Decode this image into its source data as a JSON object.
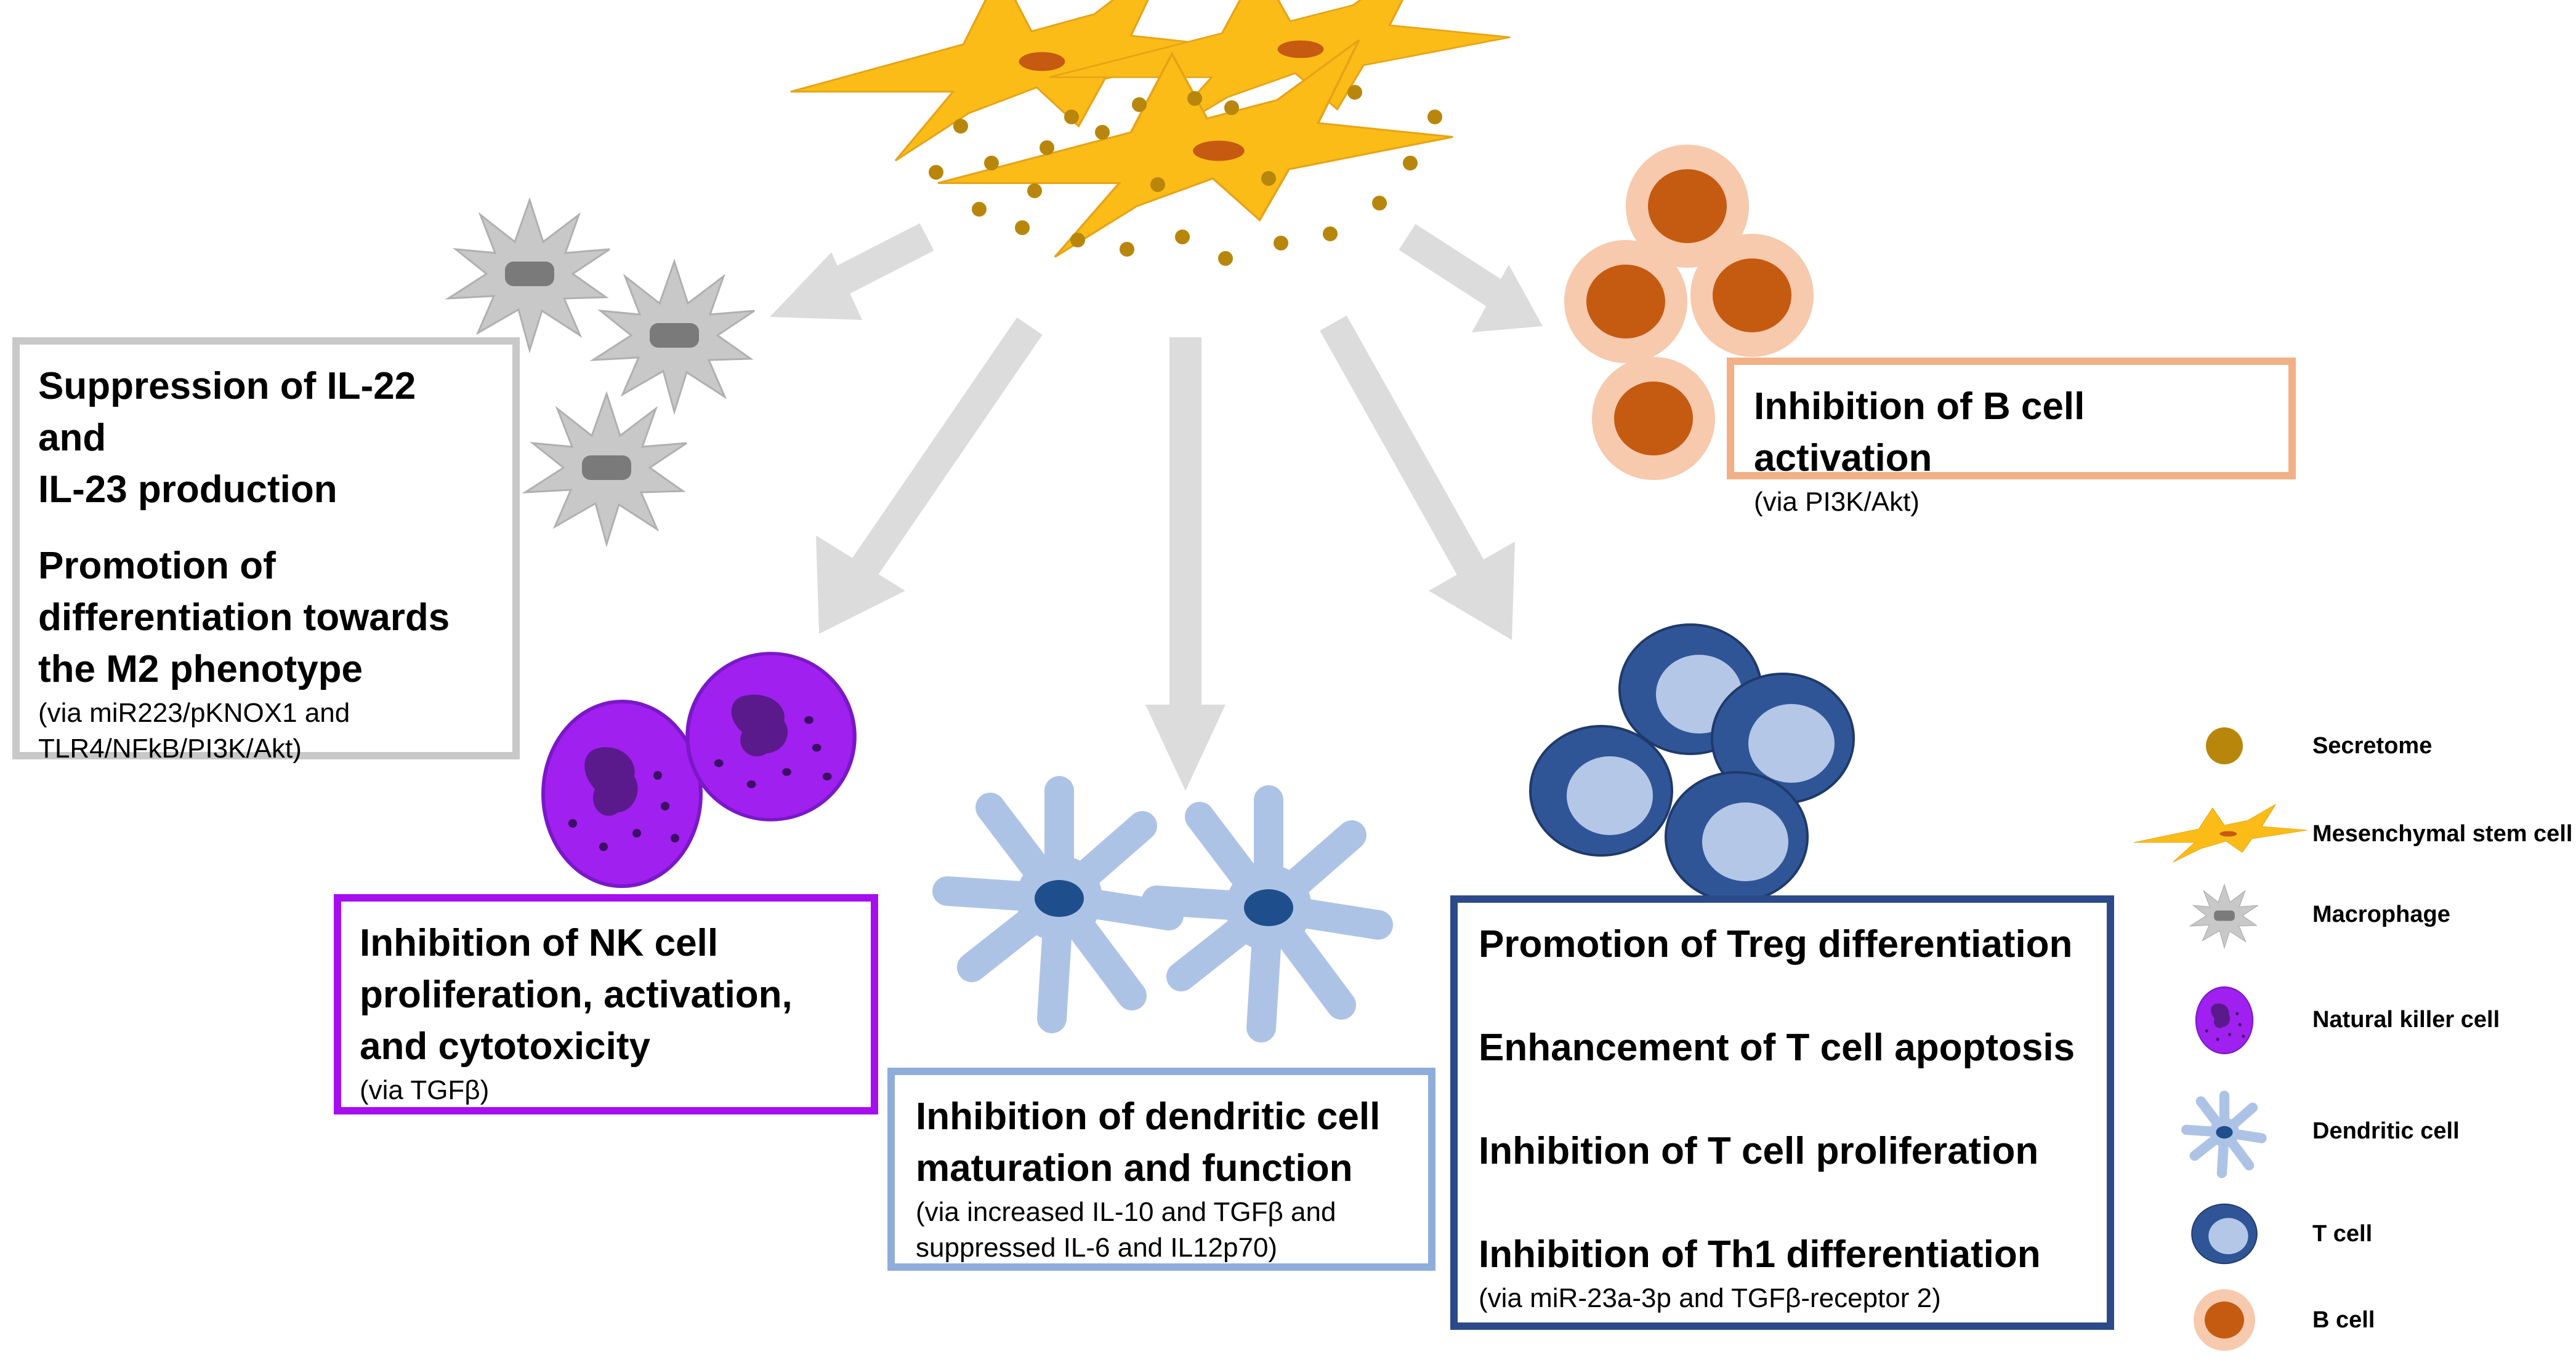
{
  "colors": {
    "secretome": "#b8860b",
    "msc": "#fbbc18",
    "macrophage": "#bdbdbd",
    "nk": "#a020f0",
    "dendritic": "#adc3e6",
    "tcell": "#2f5597",
    "bcell": "#f7c9ad",
    "arrow": "#dcdcdc"
  },
  "macrophage_box": {
    "title1": "Suppression of IL-22 and",
    "title2": "IL-23 production",
    "title3": "Promotion of",
    "title4": "differentiation towards",
    "title5": "the M2 phenotype",
    "sub1": "(via miR223/pKNOX1 and",
    "sub2": "TLR4/NFkB/PI3K/Akt)"
  },
  "bcell_box": {
    "title": "Inhibition of B cell activation",
    "sub": "(via PI3K/Akt)"
  },
  "nk_box": {
    "title1": "Inhibition of NK cell",
    "title2": "proliferation, activation,",
    "title3": "and cytotoxicity",
    "sub": "(via TGFβ)"
  },
  "dc_box": {
    "title1": "Inhibition of dendritic cell",
    "title2": "maturation and function",
    "sub1": "(via increased IL-10 and TGFβ  and",
    "sub2": "suppressed IL-6 and IL12p70)"
  },
  "tcell_box": {
    "line1": "Promotion of Treg differentiation",
    "line2": "Enhancement of T cell apoptosis",
    "line3": "Inhibition of T cell proliferation",
    "line4": "Inhibition of Th1 differentiation",
    "sub": "(via miR-23a-3p and TGFβ-receptor 2)"
  },
  "legend": [
    {
      "label": "Secretome",
      "icon": "secretome-icon"
    },
    {
      "label": "Mesenchymal stem cell",
      "icon": "msc-icon"
    },
    {
      "label": "Macrophage",
      "icon": "macrophage-icon"
    },
    {
      "label": "Natural killer cell",
      "icon": "nk-cell-icon"
    },
    {
      "label": "Dendritic cell",
      "icon": "dendritic-cell-icon"
    },
    {
      "label": "T cell",
      "icon": "t-cell-icon"
    },
    {
      "label": "B cell",
      "icon": "b-cell-icon"
    }
  ]
}
